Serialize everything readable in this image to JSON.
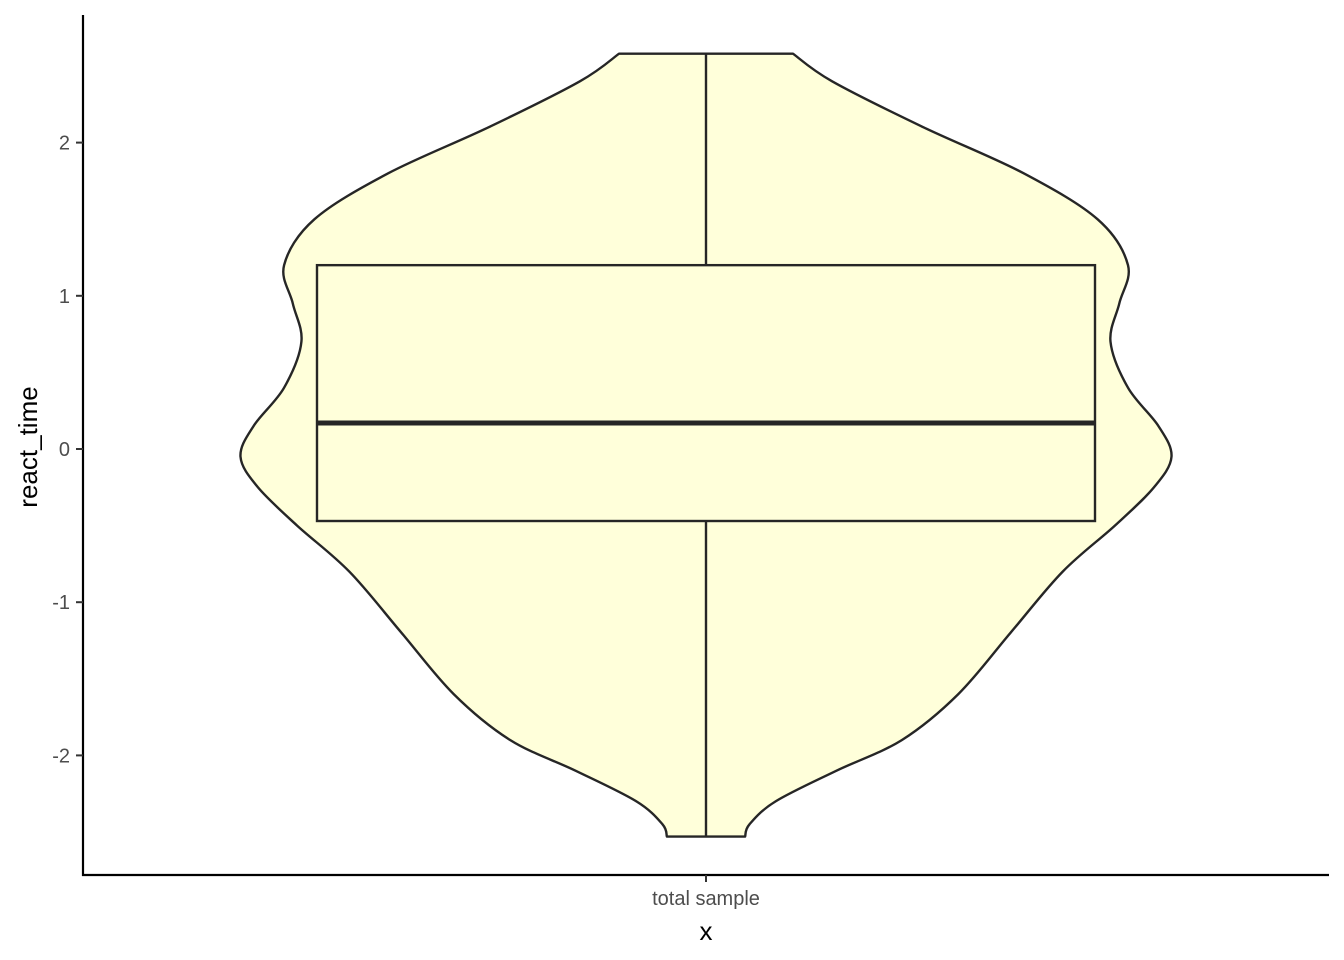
{
  "chart_data": {
    "type": "violin",
    "xlabel": "x",
    "ylabel": "react_time",
    "categories": [
      "total sample"
    ],
    "y_ticks": [
      -2,
      -1,
      0,
      1,
      2
    ],
    "ylim": [
      -2.8,
      2.85
    ],
    "grid": false,
    "legend": "none",
    "fill_color": "#FFFFDA",
    "line_color": "#262626",
    "violin": {
      "y_min": -2.53,
      "y_max": 2.58,
      "half_width_profile": [
        [
          -2.53,
          0.09
        ],
        [
          -2.45,
          0.1
        ],
        [
          -2.3,
          0.16
        ],
        [
          -2.1,
          0.3
        ],
        [
          -1.9,
          0.45
        ],
        [
          -1.6,
          0.58
        ],
        [
          -1.2,
          0.7
        ],
        [
          -0.8,
          0.82
        ],
        [
          -0.5,
          0.94
        ],
        [
          -0.25,
          1.03
        ],
        [
          -0.05,
          1.07
        ],
        [
          0.15,
          1.04
        ],
        [
          0.4,
          0.97
        ],
        [
          0.7,
          0.93
        ],
        [
          0.95,
          0.95
        ],
        [
          1.2,
          0.97
        ],
        [
          1.5,
          0.9
        ],
        [
          1.8,
          0.73
        ],
        [
          2.1,
          0.5
        ],
        [
          2.4,
          0.29
        ],
        [
          2.58,
          0.2
        ]
      ]
    },
    "boxplot": {
      "lower_whisker": -2.53,
      "q1": -0.47,
      "median": 0.17,
      "q3": 1.2,
      "upper_whisker": 2.58
    }
  }
}
